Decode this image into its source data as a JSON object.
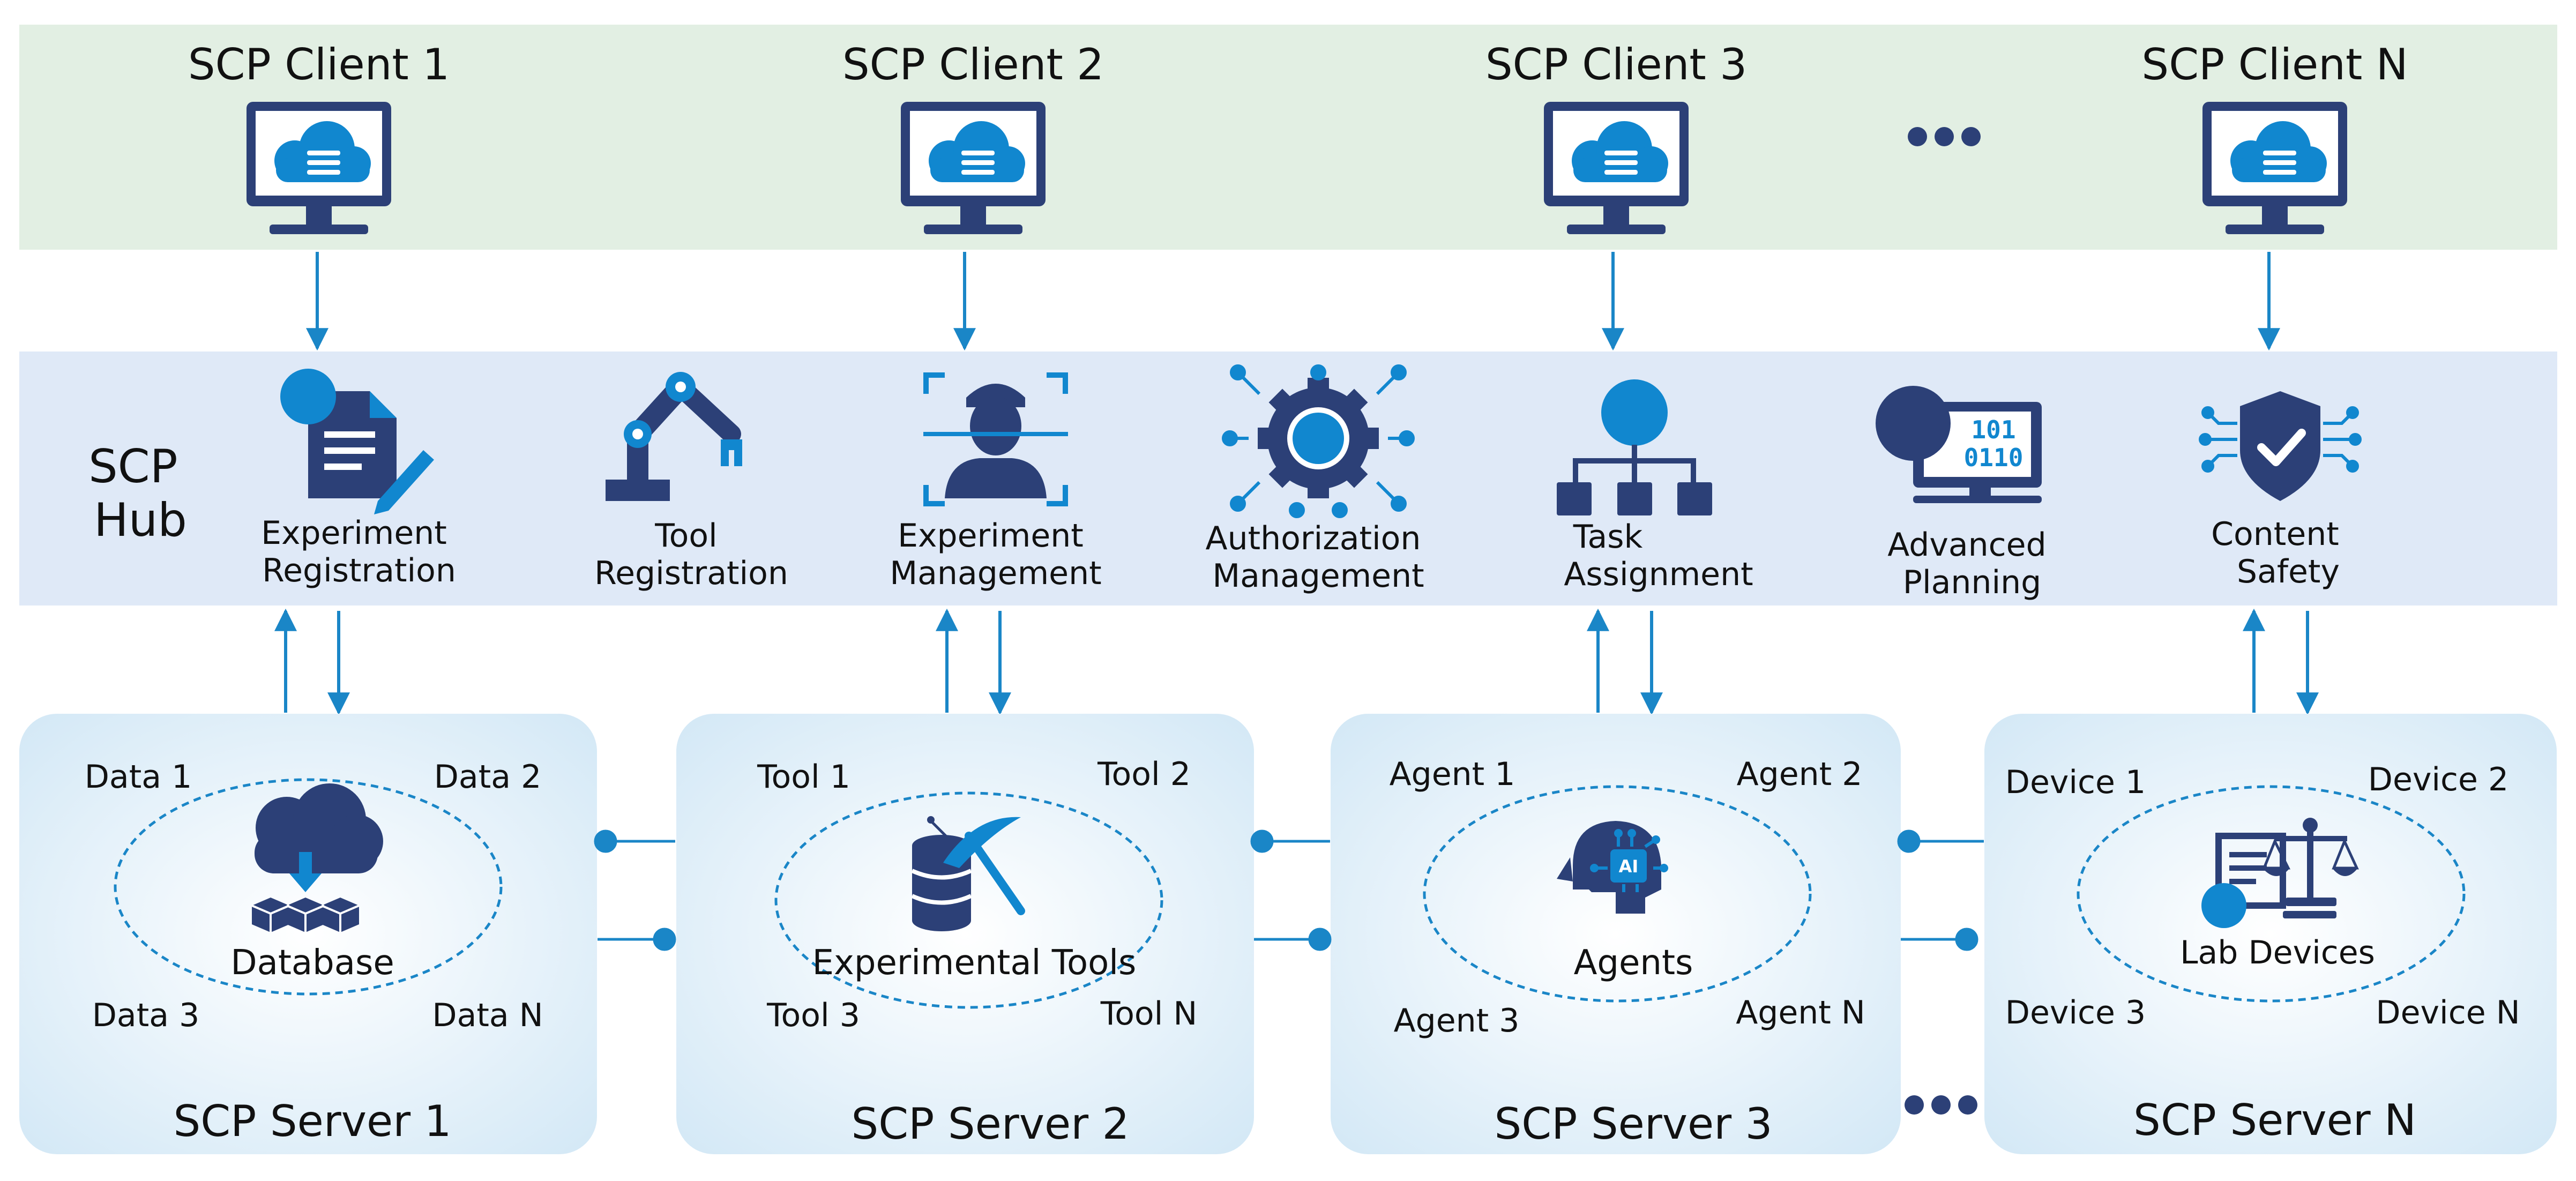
{
  "colors": {
    "clients_band": "#e2efe3",
    "hub_band": "#dfe9f7",
    "server_edge": "#d3e8f6",
    "server_center": "#ffffff",
    "icon_dark": "#2c4077",
    "icon_blue": "#1187cf",
    "arrow": "#1a86c7",
    "dots": "#2c4077"
  },
  "clients": [
    {
      "label": "SCP Client 1",
      "icon": "monitor-cloud-icon"
    },
    {
      "label": "SCP Client 2",
      "icon": "monitor-cloud-icon"
    },
    {
      "label": "SCP Client 3",
      "icon": "monitor-cloud-icon"
    },
    {
      "label": "SCP Client N",
      "icon": "monitor-cloud-icon"
    }
  ],
  "hub": {
    "title_line1": "SCP",
    "title_line2": "Hub",
    "functions": [
      {
        "line1": "Experiment",
        "line2": "Registration",
        "icon": "document-edit-icon"
      },
      {
        "line1": "Tool",
        "line2": "Registration",
        "icon": "robot-arm-icon"
      },
      {
        "line1": "Experiment",
        "line2": "Management",
        "icon": "face-scan-icon"
      },
      {
        "line1": "Authorization",
        "line2": "Management",
        "icon": "gear-network-icon"
      },
      {
        "line1": "Task",
        "line2": "Assignment",
        "icon": "hierarchy-icon"
      },
      {
        "line1": "Advanced",
        "line2": "Planning",
        "icon": "person-binary-screen-icon"
      },
      {
        "line1": "Content",
        "line2": "Safety",
        "icon": "shield-check-icon"
      }
    ]
  },
  "servers": [
    {
      "title": "SCP Server 1",
      "center": "Database",
      "icon": "cloud-database-icon",
      "items": [
        "Data 1",
        "Data 2",
        "Data 3",
        "Data N"
      ]
    },
    {
      "title": "SCP Server 2",
      "center": "Experimental Tools",
      "icon": "database-pickaxe-icon",
      "items": [
        "Tool 1",
        "Tool 2",
        "Tool 3",
        "Tool N"
      ]
    },
    {
      "title": "SCP Server 3",
      "center": "Agents",
      "icon": "ai-head-icon",
      "items": [
        "Agent 1",
        "Agent 2",
        "Agent 3",
        "Agent N"
      ]
    },
    {
      "title": "SCP Server N",
      "center": "Lab Devices",
      "icon": "lab-scales-icon",
      "items": [
        "Device 1",
        "Device 2",
        "Device 3",
        "Device N"
      ]
    }
  ]
}
